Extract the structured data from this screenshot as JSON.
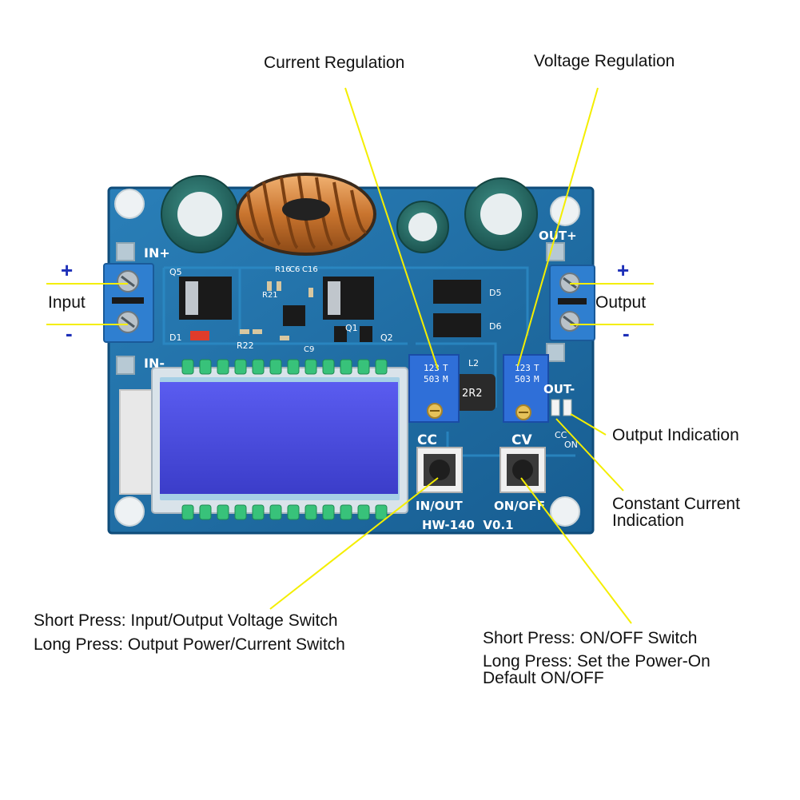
{
  "callouts": {
    "current_regulation": "Current Regulation",
    "voltage_regulation": "Voltage Regulation",
    "input": "Input",
    "output": "Output",
    "input_plus": "+",
    "input_minus": "-",
    "output_plus": "+",
    "output_minus": "-",
    "output_indication": "Output Indication",
    "constant_current_line1": "Constant Current",
    "constant_current_line2": "Indication",
    "left_button_line1": "Short Press: Input/Output Voltage Switch",
    "left_button_line2": "Long Press: Output Power/Current Switch",
    "right_button_line1": "Short Press: ON/OFF Switch",
    "right_button_line2": "Long Press: Set the Power-On",
    "right_button_line3": "Default ON/OFF"
  },
  "board": {
    "model": "HW-140  V0.1",
    "in_plus": "IN+",
    "in_minus": "IN-",
    "out_plus": "OUT+",
    "out_minus": "OUT-",
    "cc": "CC",
    "cv": "CV",
    "in_out": "IN/OUT",
    "on_off": "ON/OFF",
    "q5": "Q5",
    "q1": "Q1",
    "q2": "Q2",
    "d1": "D1",
    "d5": "D5",
    "d6": "D6",
    "r21": "R21",
    "r22": "R22",
    "r16": "R16",
    "c6": "C6",
    "c16": "C16",
    "c9": "C9",
    "l2": "L2",
    "inductor_code": "2R2",
    "pot_code_a": "123",
    "pot_code_b": "503",
    "pot_code_c": "T",
    "pot_code_d": "M",
    "led_cc": "CC",
    "led_on": "ON"
  },
  "colors": {
    "pcb": "#1f6ea6",
    "terminal": "#2f7fd0",
    "lcd": "#4d4fe0",
    "leader": "#f4ee00",
    "sign": "#1d2fb8"
  }
}
